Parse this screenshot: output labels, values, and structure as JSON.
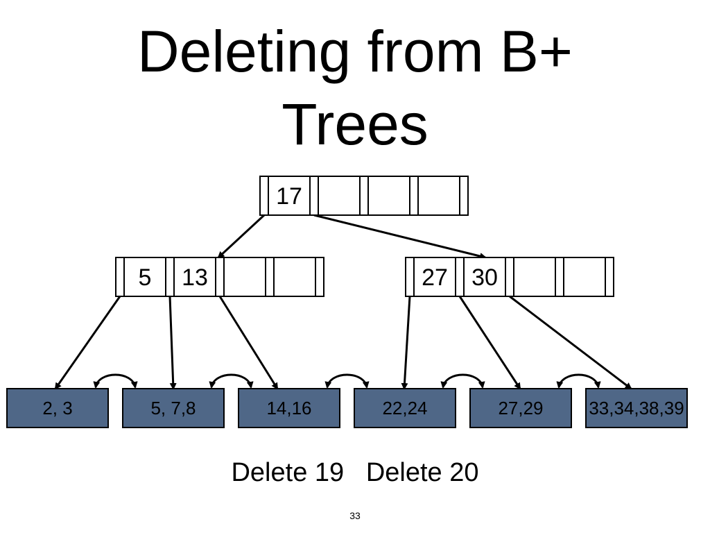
{
  "slide": {
    "title_line1": "Deleting from B+",
    "title_line2": "Trees",
    "instruction_1": "Delete 19",
    "instruction_2": "Delete 20",
    "page_number": "33"
  },
  "tree": {
    "root": {
      "keys": [
        "17",
        "",
        "",
        ""
      ]
    },
    "internal": [
      {
        "keys": [
          "5",
          "13",
          "",
          ""
        ]
      },
      {
        "keys": [
          "27",
          "30",
          "",
          ""
        ]
      }
    ],
    "leaves": [
      {
        "label": "2, 3"
      },
      {
        "label": "5, 7,8"
      },
      {
        "label": "14,16"
      },
      {
        "label": "22,24"
      },
      {
        "label": "27,29"
      },
      {
        "label": "33,34,38,39"
      }
    ]
  },
  "colors": {
    "leaf_fill": "#4f6787",
    "line": "#000000",
    "background": "#ffffff"
  }
}
